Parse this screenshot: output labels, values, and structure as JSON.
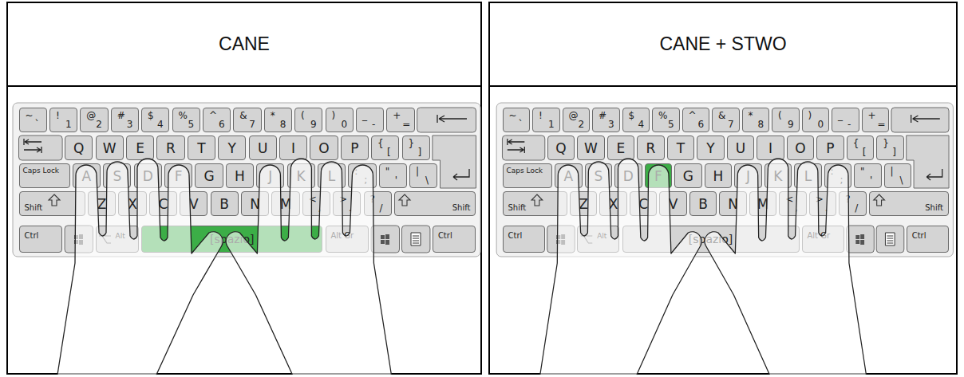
{
  "diagram": {
    "nodes": [
      {
        "text": [
          "CANE"
        ]
      },
      {
        "text": [
          "~",
          "`"
        ]
      },
      {
        "text": [
          "!",
          "1"
        ]
      },
      {
        "text": [
          "@",
          "2"
        ]
      },
      {
        "text": [
          "#",
          "3"
        ]
      },
      {
        "text": [
          "$",
          "4"
        ]
      },
      {
        "text": [
          "%",
          "5"
        ]
      },
      {
        "text": [
          "^",
          "6"
        ]
      },
      {
        "text": [
          "&",
          "7"
        ]
      },
      {
        "text": [
          "*",
          "8"
        ]
      },
      {
        "text": [
          "(",
          "9"
        ]
      },
      {
        "text": [
          ")",
          "0"
        ]
      },
      {
        "text": [
          "_",
          "-"
        ]
      },
      {
        "text": [
          "+",
          "="
        ]
      },
      {
        "text": [
          "Q"
        ]
      },
      {
        "text": [
          "W"
        ]
      },
      {
        "text": [
          "E"
        ]
      },
      {
        "text": [
          "R"
        ]
      },
      {
        "text": [
          "T"
        ]
      },
      {
        "text": [
          "Y"
        ]
      },
      {
        "text": [
          "U"
        ]
      },
      {
        "text": [
          "I"
        ]
      },
      {
        "text": [
          "O"
        ]
      },
      {
        "text": [
          "P"
        ]
      },
      {
        "text": [
          "{",
          "["
        ]
      },
      {
        "text": [
          "}",
          "]"
        ]
      },
      {
        "text": [
          "Caps Lock"
        ]
      },
      {
        "text": [
          "A"
        ]
      },
      {
        "text": [
          "S"
        ]
      },
      {
        "text": [
          "D"
        ]
      },
      {
        "text": [
          "F"
        ]
      },
      {
        "text": [
          "G"
        ]
      },
      {
        "text": [
          "H"
        ]
      },
      {
        "text": [
          "J"
        ]
      },
      {
        "text": [
          "K"
        ]
      },
      {
        "text": [
          "L"
        ]
      },
      {
        "text": [
          ":",
          ";"
        ]
      },
      {
        "text": [
          "\"",
          "'"
        ]
      },
      {
        "text": [
          "|",
          "\\"
        ]
      },
      {
        "text": [
          "Shift"
        ]
      },
      {
        "text": [
          "Z"
        ]
      },
      {
        "text": [
          "X"
        ]
      },
      {
        "text": [
          "C"
        ]
      },
      {
        "text": [
          "V"
        ]
      },
      {
        "text": [
          "B"
        ]
      },
      {
        "text": [
          "N"
        ]
      },
      {
        "text": [
          "M"
        ]
      },
      {
        "text": [
          "<",
          ","
        ]
      },
      {
        "text": [
          ">",
          "."
        ]
      },
      {
        "text": [
          "?",
          "/"
        ]
      },
      {
        "text": [
          "Shift"
        ]
      },
      {
        "text": [
          "Ctrl"
        ]
      },
      {
        "text": [
          "Alt"
        ]
      },
      {
        "text": [
          "[spazio]"
        ]
      },
      {
        "text": [
          "Alt Gr"
        ]
      },
      {
        "text": [
          "Ctrl"
        ]
      },
      {
        "text": [
          "CANE + STWO"
        ]
      },
      {
        "text": [
          "~",
          "`"
        ]
      },
      {
        "text": [
          "!",
          "1"
        ]
      },
      {
        "text": [
          "@",
          "2"
        ]
      },
      {
        "text": [
          "#",
          "3"
        ]
      },
      {
        "text": [
          "$",
          "4"
        ]
      },
      {
        "text": [
          "%",
          "5"
        ]
      },
      {
        "text": [
          "^",
          "6"
        ]
      },
      {
        "text": [
          "&",
          "7"
        ]
      },
      {
        "text": [
          "*",
          "8"
        ]
      },
      {
        "text": [
          "(",
          "9"
        ]
      },
      {
        "text": [
          ")",
          "0"
        ]
      },
      {
        "text": [
          "_",
          "-"
        ]
      },
      {
        "text": [
          "+",
          "="
        ]
      },
      {
        "text": [
          "Q"
        ]
      },
      {
        "text": [
          "W"
        ]
      },
      {
        "text": [
          "E"
        ]
      },
      {
        "text": [
          "R"
        ]
      },
      {
        "text": [
          "T"
        ]
      },
      {
        "text": [
          "Y"
        ]
      },
      {
        "text": [
          "U"
        ]
      },
      {
        "text": [
          "I"
        ]
      },
      {
        "text": [
          "O"
        ]
      },
      {
        "text": [
          "P"
        ]
      },
      {
        "text": [
          "{",
          "["
        ]
      },
      {
        "text": [
          "}",
          "]"
        ]
      },
      {
        "text": [
          "Caps Lock"
        ]
      },
      {
        "text": [
          "A"
        ]
      },
      {
        "text": [
          "S"
        ]
      },
      {
        "text": [
          "D"
        ]
      },
      {
        "text": [
          "F"
        ]
      },
      {
        "text": [
          "G"
        ]
      },
      {
        "text": [
          "H"
        ]
      },
      {
        "text": [
          "J"
        ]
      },
      {
        "text": [
          "K"
        ]
      },
      {
        "text": [
          "L"
        ]
      },
      {
        "text": [
          ":",
          ";"
        ]
      },
      {
        "text": [
          "\"",
          "'"
        ]
      },
      {
        "text": [
          "|",
          "\\"
        ]
      },
      {
        "text": [
          "Shift"
        ]
      },
      {
        "text": [
          "Z"
        ]
      },
      {
        "text": [
          "X"
        ]
      },
      {
        "text": [
          "C"
        ]
      },
      {
        "text": [
          "V"
        ]
      },
      {
        "text": [
          "B"
        ]
      },
      {
        "text": [
          "N"
        ]
      },
      {
        "text": [
          "M"
        ]
      },
      {
        "text": [
          "<",
          ","
        ]
      },
      {
        "text": [
          ">",
          "."
        ]
      },
      {
        "text": [
          "?",
          "/"
        ]
      },
      {
        "text": [
          "Shift"
        ]
      },
      {
        "text": [
          "Ctrl"
        ]
      },
      {
        "text": [
          "Alt"
        ]
      },
      {
        "text": [
          "[spazio]"
        ]
      },
      {
        "text": [
          "Alt Gr"
        ]
      },
      {
        "text": [
          "Ctrl"
        ]
      }
    ]
  }
}
